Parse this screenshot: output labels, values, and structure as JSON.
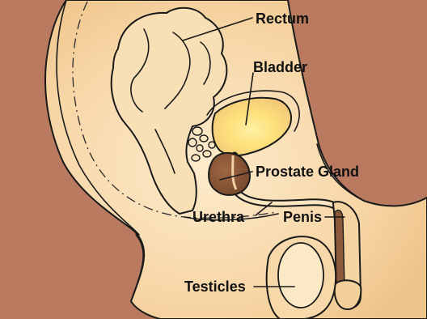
{
  "diagram": {
    "labels": {
      "rectum": "Rectum",
      "bladder": "Bladder",
      "prostate": "Prostate Gland",
      "urethra": "Urethra",
      "penis": "Penis",
      "testicles": "Testicles"
    },
    "colors": {
      "background": "#b97a5f",
      "skin_light": "#fbe3bd",
      "skin_mid": "#f4cf9a",
      "bladder_center": "#fde37a",
      "prostate": "#8c5a3a",
      "outline": "#1a1a1a"
    }
  }
}
